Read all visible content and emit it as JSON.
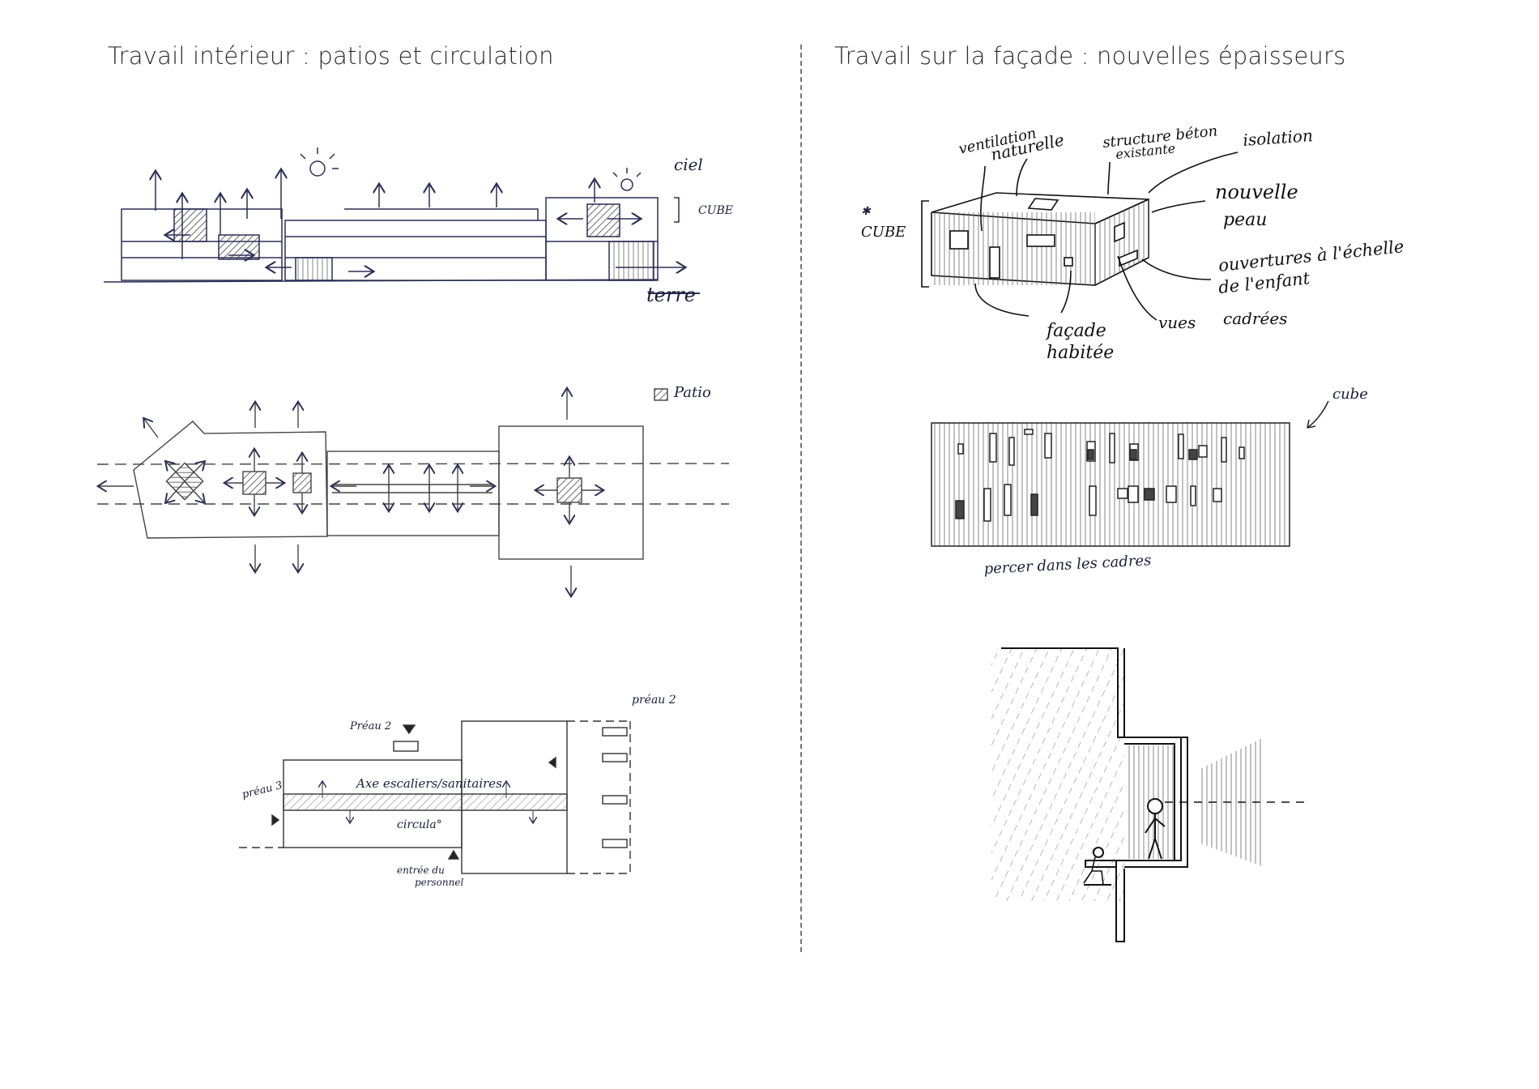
{
  "headings": {
    "left": "Travail intérieur : patios et circulation",
    "right": "Travail sur la façade : nouvelles épaisseurs"
  },
  "section_sketch": {
    "label_sky": "ciel",
    "label_cube": "CUBE",
    "label_ground": "terre"
  },
  "plan_sketch": {
    "legend": "Patio"
  },
  "axis_sketch": {
    "label_preau2_left": "Préau 2",
    "label_preau2_right": "préau 2",
    "label_preau3": "préau 3",
    "label_axis": "Axe escaliers/sanitaires",
    "label_circulation": "circula°",
    "label_staff_entrance_1": "entrée du",
    "label_staff_entrance_2": "personnel"
  },
  "facade_axo": {
    "label_ventilation_1": "ventilation",
    "label_ventilation_2": "naturelle",
    "label_structure_1": "structure béton",
    "label_structure_2": "existante",
    "label_isolation": "isolation",
    "label_new_skin_1": "nouvelle",
    "label_new_skin_2": "peau",
    "label_cube": "CUBE",
    "label_openings_1": "ouvertures à l'échelle",
    "label_openings_2": "de l'enfant",
    "label_framed_views_1": "vues",
    "label_framed_views_2": "cadrées",
    "label_inhabited_1": "façade",
    "label_inhabited_2": "habitée"
  },
  "facade_elevation": {
    "label_cube": "cube",
    "caption": "percer dans les cadres"
  }
}
